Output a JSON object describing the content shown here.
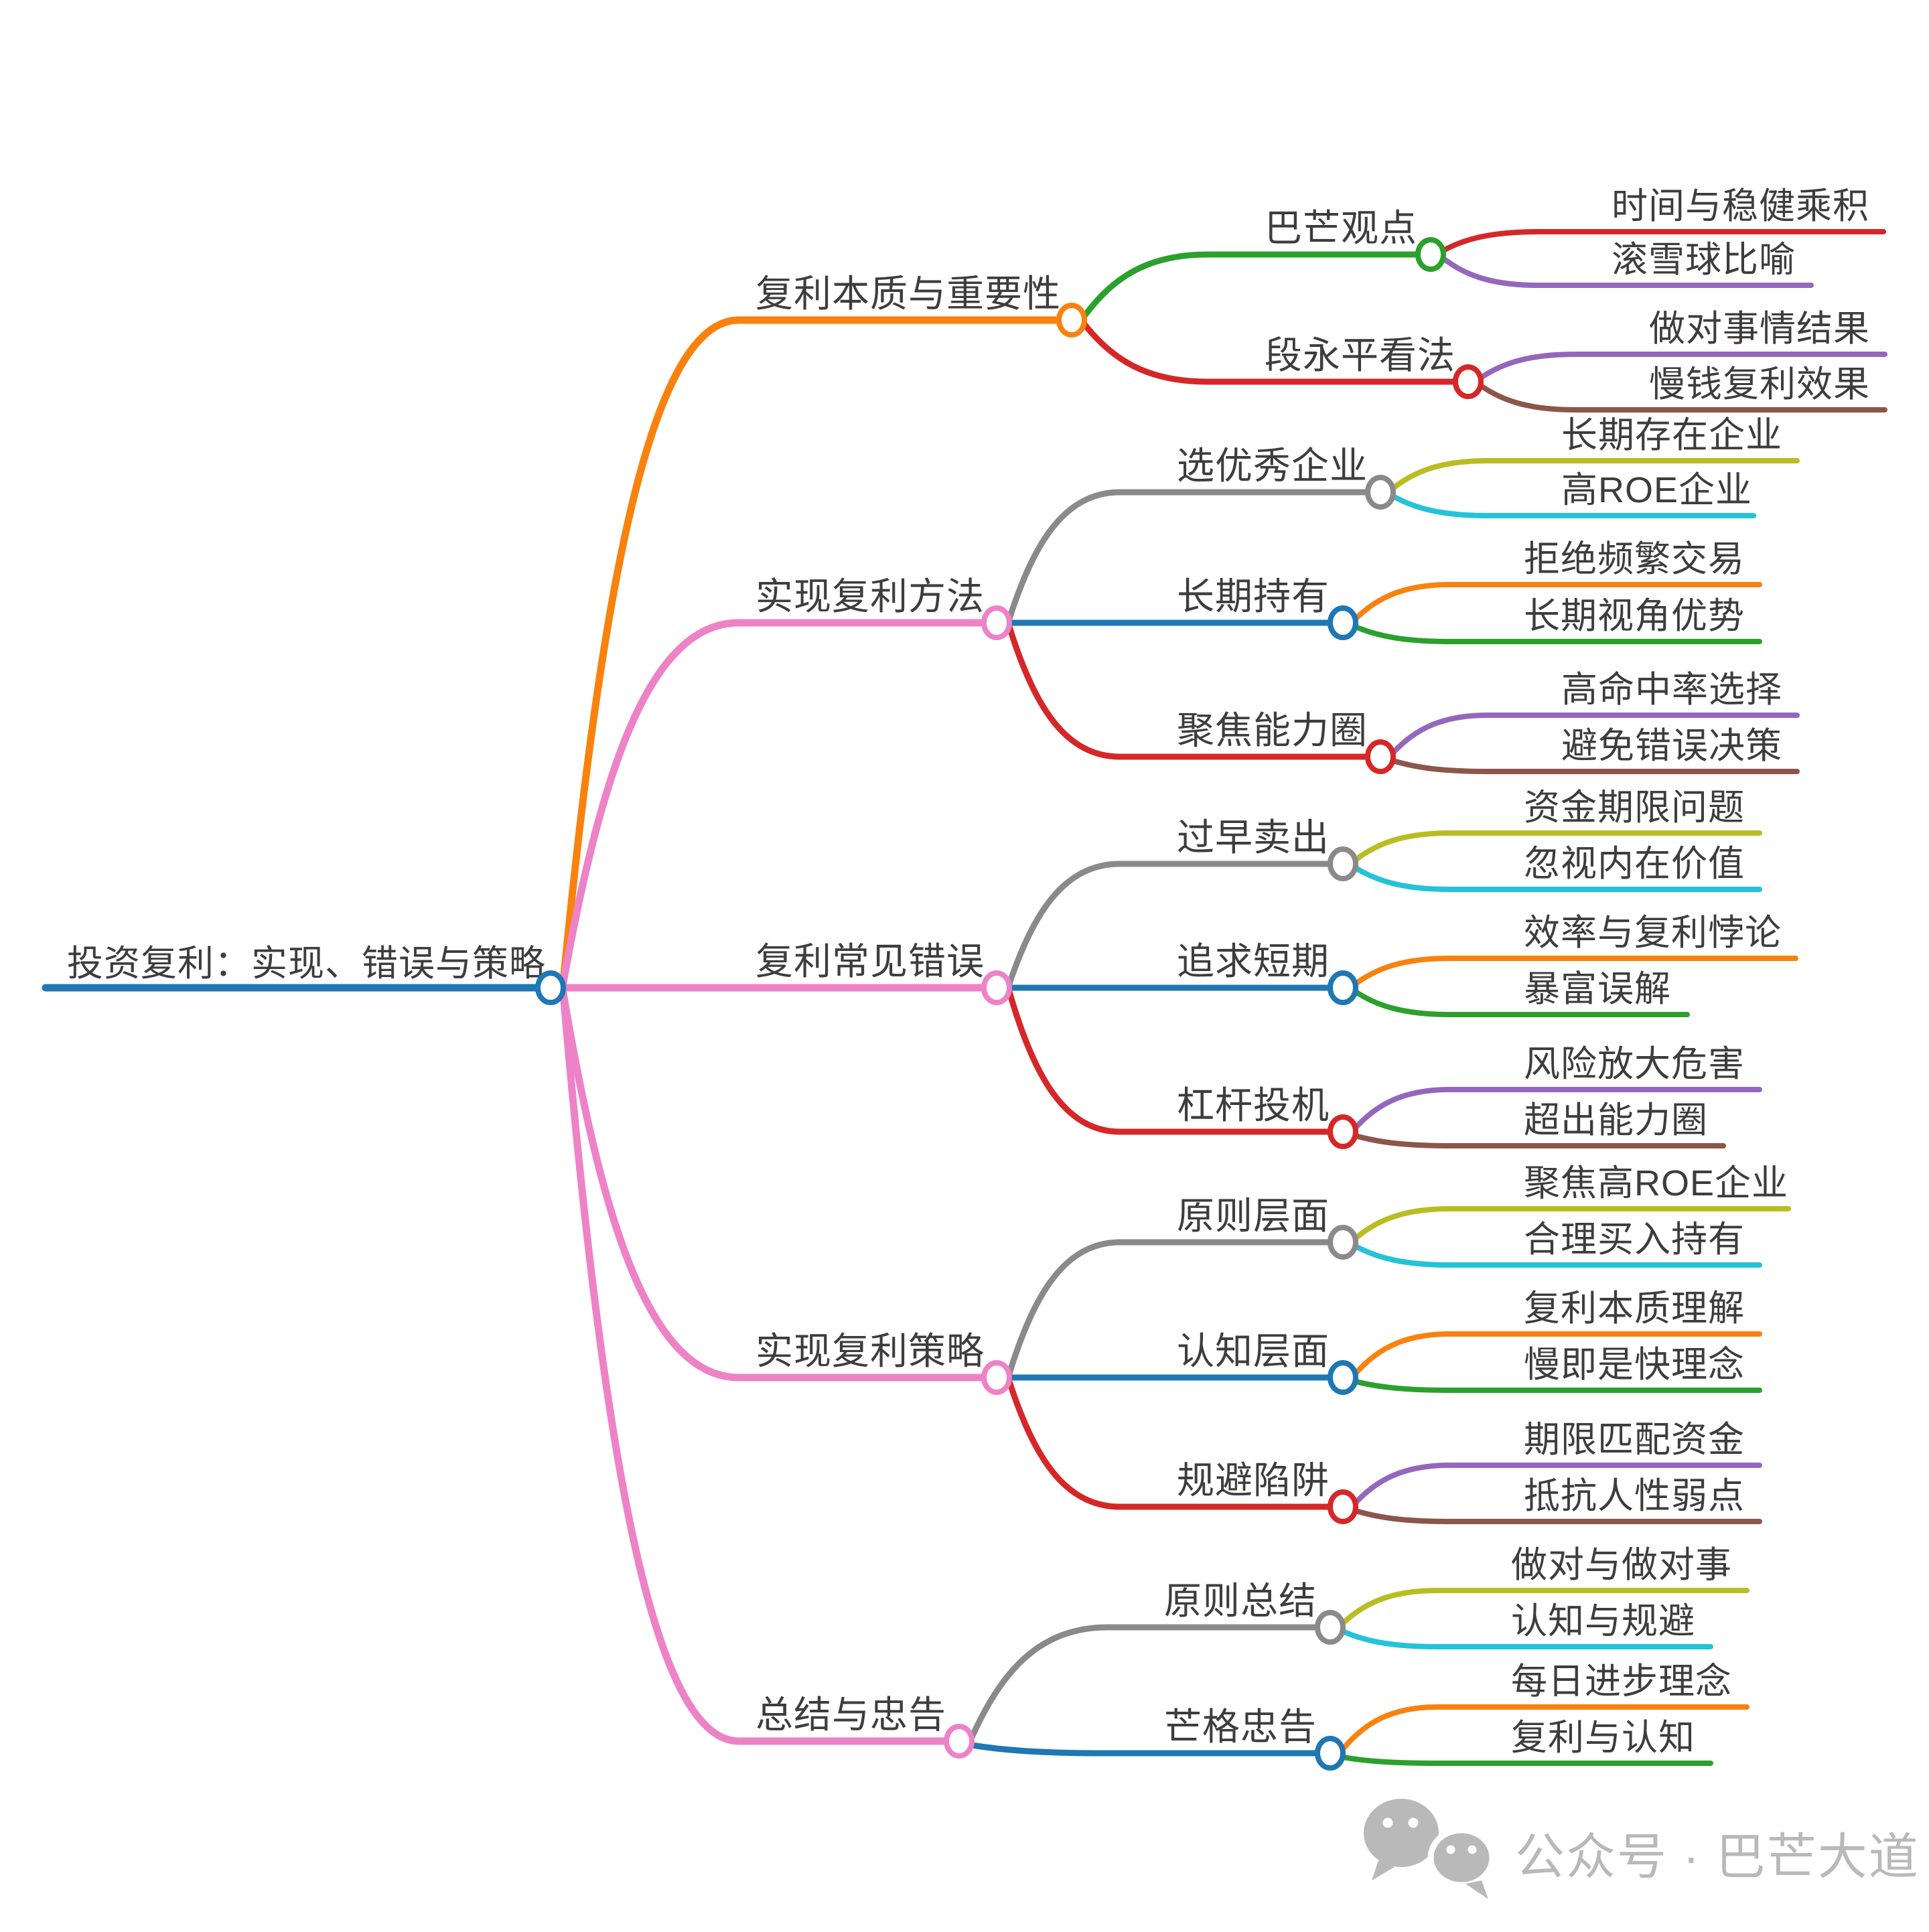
{
  "palette": {
    "blue": "#1f77b4",
    "orange": "#f9820e",
    "green": "#2ca02c",
    "red": "#d62728",
    "purple": "#9467bd",
    "brown": "#8c564b",
    "pink": "#ed82c7",
    "gray": "#8a8a8a",
    "olive": "#b9bd22",
    "cyan": "#24c3d7"
  },
  "text_color": "#3d3d3d",
  "watermark": {
    "icon": "wechat-icon",
    "text": "公众号 · 巴芒大道",
    "color": "#b9b9b9"
  },
  "mindmap": {
    "root": {
      "label": "投资复利：实现、错误与策略",
      "color": "blue"
    },
    "branches": [
      {
        "label": "复利本质与重要性",
        "color": "orange",
        "children": [
          {
            "label": "巴芒观点",
            "color": "green",
            "children": [
              {
                "label": "时间与稳健乘积",
                "color": "red"
              },
              {
                "label": "滚雪球比喻",
                "color": "purple"
              }
            ]
          },
          {
            "label": "段永平看法",
            "color": "red",
            "children": [
              {
                "label": "做对事情结果",
                "color": "purple"
              },
              {
                "label": "慢钱复利效果",
                "color": "brown"
              }
            ]
          }
        ]
      },
      {
        "label": "实现复利方法",
        "color": "pink",
        "children": [
          {
            "label": "选优秀企业",
            "color": "gray",
            "children": [
              {
                "label": "长期存在企业",
                "color": "olive"
              },
              {
                "label": "高ROE企业",
                "color": "cyan"
              }
            ]
          },
          {
            "label": "长期持有",
            "color": "blue",
            "children": [
              {
                "label": "拒绝频繁交易",
                "color": "orange"
              },
              {
                "label": "长期视角优势",
                "color": "green"
              }
            ]
          },
          {
            "label": "聚焦能力圈",
            "color": "red",
            "children": [
              {
                "label": "高命中率选择",
                "color": "purple"
              },
              {
                "label": "避免错误决策",
                "color": "brown"
              }
            ]
          }
        ]
      },
      {
        "label": "复利常见错误",
        "color": "pink",
        "children": [
          {
            "label": "过早卖出",
            "color": "gray",
            "children": [
              {
                "label": "资金期限问题",
                "color": "olive"
              },
              {
                "label": "忽视内在价值",
                "color": "cyan"
              }
            ]
          },
          {
            "label": "追求短期",
            "color": "blue",
            "children": [
              {
                "label": "效率与复利悖论",
                "color": "orange"
              },
              {
                "label": "暴富误解",
                "color": "green"
              }
            ]
          },
          {
            "label": "杠杆投机",
            "color": "red",
            "children": [
              {
                "label": "风险放大危害",
                "color": "purple"
              },
              {
                "label": "超出能力圈",
                "color": "brown"
              }
            ]
          }
        ]
      },
      {
        "label": "实现复利策略",
        "color": "pink",
        "children": [
          {
            "label": "原则层面",
            "color": "gray",
            "children": [
              {
                "label": "聚焦高ROE企业",
                "color": "olive"
              },
              {
                "label": "合理买入持有",
                "color": "cyan"
              }
            ]
          },
          {
            "label": "认知层面",
            "color": "blue",
            "children": [
              {
                "label": "复利本质理解",
                "color": "orange"
              },
              {
                "label": "慢即是快理念",
                "color": "green"
              }
            ]
          },
          {
            "label": "规避陷阱",
            "color": "red",
            "children": [
              {
                "label": "期限匹配资金",
                "color": "purple"
              },
              {
                "label": "抵抗人性弱点",
                "color": "brown"
              }
            ]
          }
        ]
      },
      {
        "label": "总结与忠告",
        "color": "pink",
        "children": [
          {
            "label": "原则总结",
            "color": "gray",
            "children": [
              {
                "label": "做对与做对事",
                "color": "olive"
              },
              {
                "label": "认知与规避",
                "color": "cyan"
              }
            ]
          },
          {
            "label": "芒格忠告",
            "color": "blue",
            "children": [
              {
                "label": "每日进步理念",
                "color": "orange"
              },
              {
                "label": "复利与认知",
                "color": "green"
              }
            ]
          }
        ]
      }
    ]
  }
}
